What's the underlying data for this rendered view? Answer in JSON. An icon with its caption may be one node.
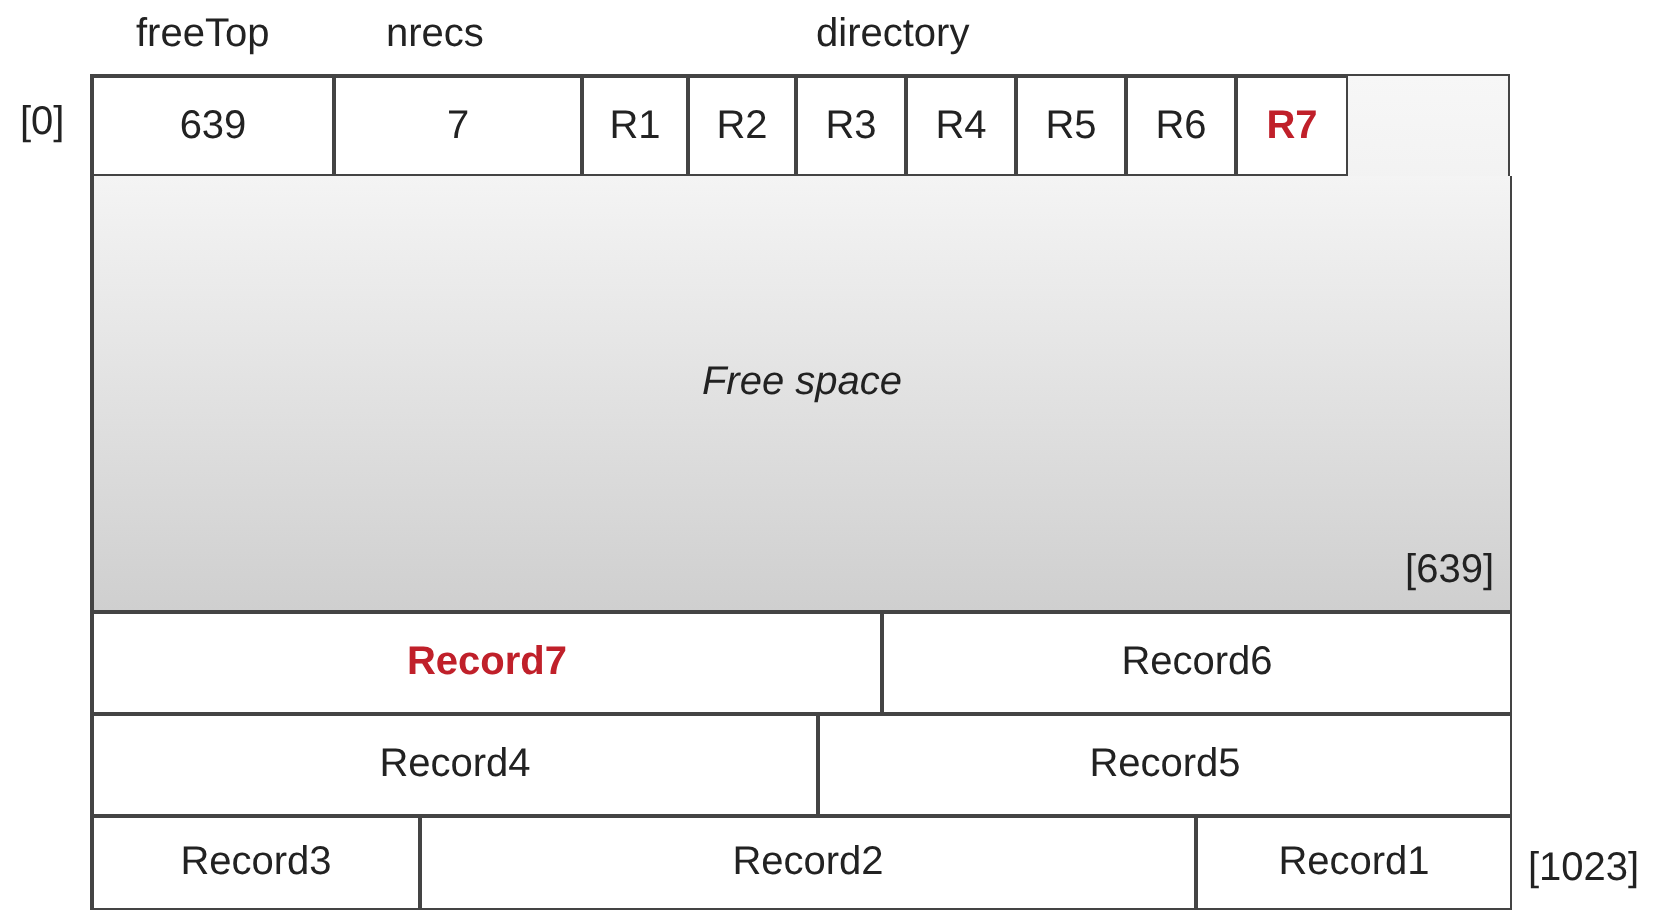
{
  "diagram": {
    "nodes": [
      {
        "text": [],
        "shape": "box"
      },
      {
        "text": [
          "639"
        ],
        "in": 0
      },
      {
        "text": [
          "7"
        ],
        "in": 0
      },
      {
        "text": [
          "R1"
        ],
        "in": 0
      },
      {
        "text": [
          "R2"
        ],
        "in": 0
      },
      {
        "text": [
          "R3"
        ],
        "in": 0
      },
      {
        "text": [
          "R4"
        ],
        "in": 0
      },
      {
        "text": [
          "R5"
        ],
        "in": 0
      },
      {
        "text": [
          "R6"
        ],
        "in": 0
      },
      {
        "text": [
          "R7"
        ],
        "in": 0
      },
      {
        "text": [
          "Free space",
          "[639]"
        ],
        "in": 0
      },
      {
        "text": [
          "Record7"
        ],
        "in": 0
      },
      {
        "text": [
          "Record6"
        ],
        "in": 0
      },
      {
        "text": [
          "Record4"
        ],
        "in": 0
      },
      {
        "text": [
          "Record5"
        ],
        "in": 0
      },
      {
        "text": [
          "Record3"
        ],
        "in": 0
      },
      {
        "text": [
          "Record2"
        ],
        "in": 0
      },
      {
        "text": [
          "Record1"
        ],
        "in": 0
      }
    ],
    "edges": [],
    "labels": [
      "freeTop",
      "nrecs",
      "directory",
      "[0]",
      "[1023]"
    ]
  }
}
